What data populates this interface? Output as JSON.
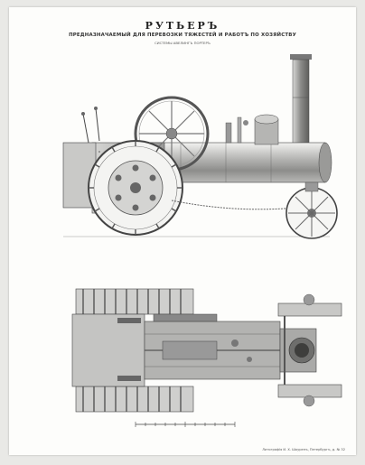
{
  "plate": {
    "title": "РУТЬЕРЪ",
    "subtitle": "ПРЕДНАЗНАЧАЕМЫЙ ДЛЯ ПЕРЕВОЗКИ ТЯЖЕСТЕЙ И РАБОТЪ ПО ХОЗЯЙСТВУ",
    "subsubtitle": "СИСТЕМЫ АВЕЛИНГЪ ПОРТЕРЪ",
    "footer": "Литографія И. Х. Шоуренъ, Петербургъ, д. № 32"
  }
}
